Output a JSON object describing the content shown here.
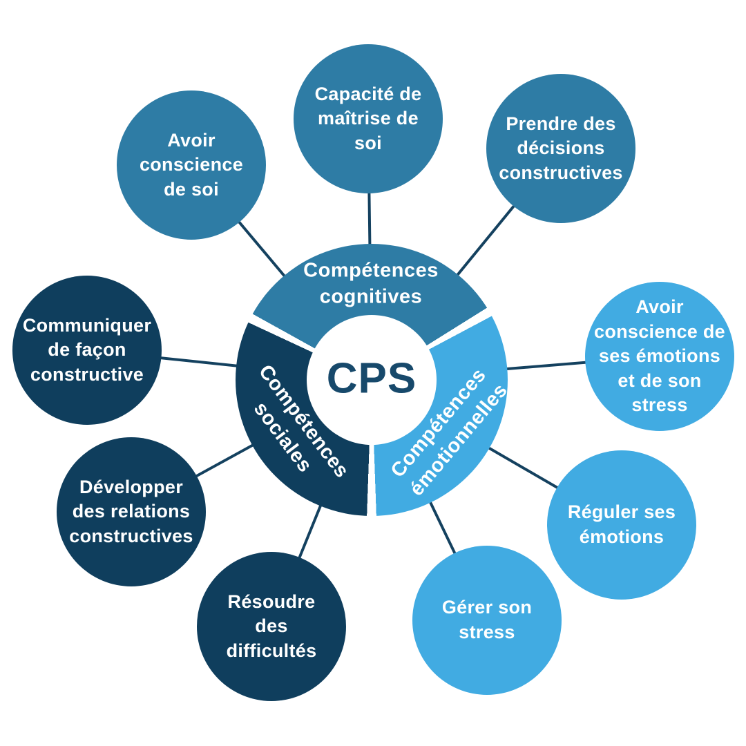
{
  "title": "CPS",
  "colors": {
    "cognitive": "#2E7CA5",
    "emotional": "#41ABE2",
    "social": "#0F3E5D",
    "line": "#14415F",
    "cps": "#17496B",
    "text": "#FFFFFF",
    "bg": "#FFFFFF"
  },
  "donut": {
    "center_label": "CPS",
    "segments": [
      {
        "id": "cognitive",
        "label": "Compétences\ncognitives",
        "color": "#2E7CA5"
      },
      {
        "id": "emotional",
        "label": "Compétences\némotionnelles",
        "color": "#41ABE2"
      },
      {
        "id": "social",
        "label": "Compétences\nsociales",
        "color": "#0F3E5D"
      }
    ]
  },
  "nodes": [
    {
      "group": "cognitive",
      "label": "Avoir\nconscience\nde soi"
    },
    {
      "group": "cognitive",
      "label": "Capacité de\nmaîtrise de\nsoi"
    },
    {
      "group": "cognitive",
      "label": "Prendre des\ndécisions\nconstructives"
    },
    {
      "group": "emotional",
      "label": "Avoir\nconscience de\nses émotions\net de son\nstress"
    },
    {
      "group": "emotional",
      "label": "Réguler ses\némotions"
    },
    {
      "group": "emotional",
      "label": "Gérer son\nstress"
    },
    {
      "group": "social",
      "label": "Résoudre\ndes\ndifficultés"
    },
    {
      "group": "social",
      "label": "Développer\ndes relations\nconstructives"
    },
    {
      "group": "social",
      "label": "Communiquer\nde façon\nconstructive"
    }
  ]
}
